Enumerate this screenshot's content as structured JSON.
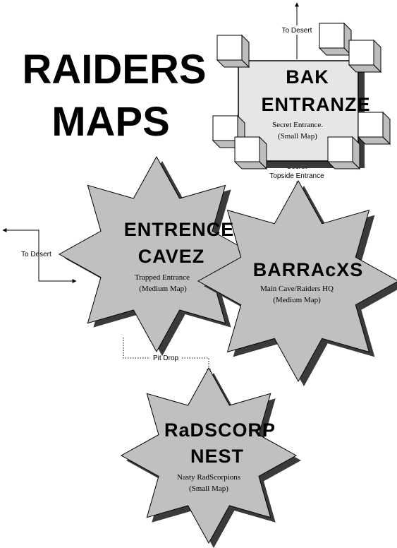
{
  "title": {
    "line1": "RAIDERS",
    "line2": "MAPS"
  },
  "nodes": {
    "bak": {
      "name_line1": "BAK",
      "name_line2": "ENTRANZE",
      "desc_line1": "Secret Entrance.",
      "desc_line2": "(Small Map)"
    },
    "entrence": {
      "name_line1": "ENTRENCE",
      "name_line2": "CAVEZ",
      "desc_line1": "Trapped Entrance",
      "desc_line2": "(Medium Map)"
    },
    "barracxs": {
      "name_line1": "BARRAcXS",
      "desc_line1": "Main Cave/Raiders HQ",
      "desc_line2": "(Medium Map)"
    },
    "radscorp": {
      "name_line1": "RaDSCORP",
      "name_line2": "NEST",
      "desc_line1": "Nasty RadScorpions",
      "desc_line2": "(Small Map)"
    }
  },
  "links": {
    "to_desert_top": "To Desert",
    "secret_line1": "Secret",
    "secret_line2": "Topside Entrance",
    "to_desert_left": "To Desert",
    "pit_drop": "Pit Drop"
  },
  "colors": {
    "node_fill": "#c0c0c0",
    "room_fill": "#e6e6e6",
    "shadow": "#3a3a3a",
    "line": "#000000"
  }
}
